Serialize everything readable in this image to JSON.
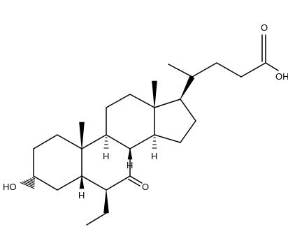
{
  "molecule": {
    "labels": {
      "carboxyl_oxygen": "O",
      "carboxyl_hydroxyl": "OH",
      "hydroxyl": "HO",
      "ketone_oxygen": "O",
      "h_c8": "H",
      "h_c9": "H",
      "h_c14": "H",
      "h_c5": "H"
    },
    "colors": {
      "ink": "#000000",
      "background": "#ffffff"
    }
  }
}
